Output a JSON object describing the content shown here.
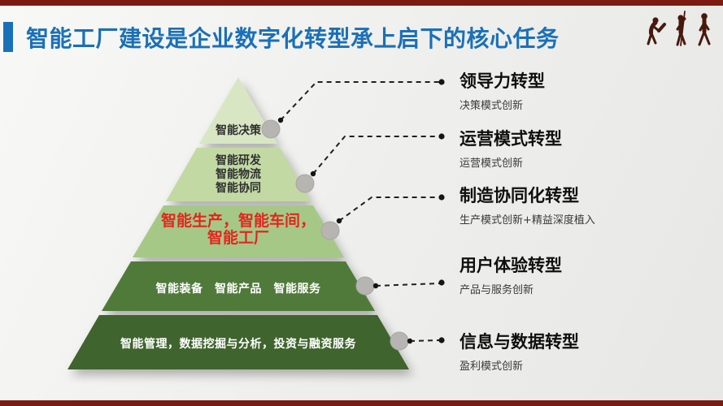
{
  "slide": {
    "title": "智能工厂建设是企业数字化转型承上启下的核心任务",
    "title_color": "#1a70b8",
    "edge_bar_color": "#7b1b12"
  },
  "pyramid": {
    "levels": [
      {
        "label_lines": [
          "智能决策"
        ],
        "fill": "#d9e6c4",
        "text_color": "#2f2f2f"
      },
      {
        "label_lines": [
          "智能研发",
          "智能物流",
          "智能协同"
        ],
        "fill": "#c3d9a4",
        "text_color": "#2f2f2f"
      },
      {
        "label_lines": [
          "智能生产，智能车间，",
          "智能工厂"
        ],
        "fill": "#a6c887",
        "text_color": "#e3261d"
      },
      {
        "label_lines": [
          "智能装备　智能产品　智能服务"
        ],
        "fill": "#507a3a",
        "text_color": "#ffffff"
      },
      {
        "label_lines": [
          "智能管理，数据挖掘与分析，投资与融资服务"
        ],
        "fill": "#3f642e",
        "text_color": "#ffffff"
      }
    ],
    "connector_color": "#1f1f1f",
    "node_color": "#b7b5b2"
  },
  "transformations": [
    {
      "title": "领导力转型",
      "subtitle": "决策模式创新"
    },
    {
      "title": "运营模式转型",
      "subtitle": "运营模式创新"
    },
    {
      "title": "制造协同化转型",
      "subtitle": "生产模式创新+精益深度植入"
    },
    {
      "title": "用户体验转型",
      "subtitle": "产品与服务创新"
    },
    {
      "title": "信息与数据转型",
      "subtitle": "盈利模式创新"
    }
  ],
  "decor": {
    "evolution_icon": "human-evolution-silhouettes"
  }
}
